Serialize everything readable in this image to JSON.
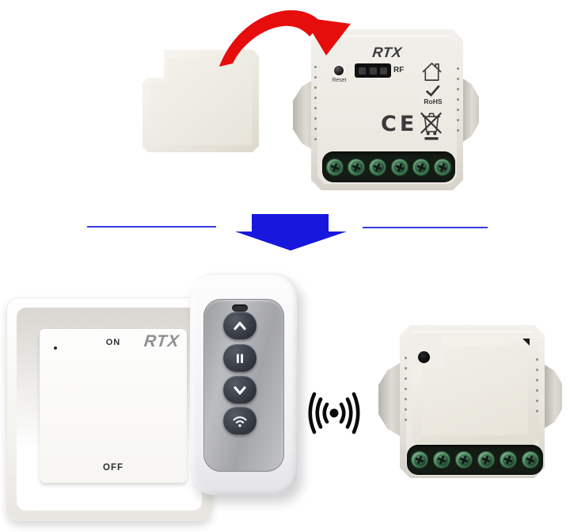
{
  "scene": {
    "type": "product-collage",
    "subject": "RTX wireless RF in-wall relay module kit with cover plate, wall switch and remote control"
  },
  "top_module": {
    "brand": "RTX",
    "reset_label": "Reset",
    "rf_label": "RF",
    "rohs_label": "RoHS",
    "ce_label": "CE",
    "icons": [
      "house-icon",
      "rohs-check-icon",
      "weee-crossed-bin-icon"
    ],
    "terminal_screws": 6
  },
  "cover_plate": {
    "notched_corner": "top-left"
  },
  "arrows": {
    "red_curved": "cover-plate-to-module",
    "blue_down": "top-row-to-bottom-row"
  },
  "wall_switch": {
    "on_label": "ON",
    "off_label": "OFF",
    "brand": "RTX"
  },
  "remote": {
    "led": "led-indicator",
    "buttons": [
      "chevron-up-icon",
      "pause-icon",
      "chevron-down-icon",
      "wifi-icon"
    ]
  },
  "wireless_link": {
    "icon": "radio-waves-icon",
    "arcs_per_side": 3
  },
  "installed_module": {
    "terminal_screws": 6,
    "hole": "antenna-hole"
  },
  "colors": {
    "arrow_red": "#e60d0d",
    "arrow_blue": "#1717dd",
    "terminal_green": "#4f8f61",
    "terminal_dark": "#141a14",
    "remote_button_dark": "#363b43",
    "wireless_black": "#0a0a0a",
    "brand_dark": "#3b3b3d",
    "brand_gray": "#909093"
  }
}
